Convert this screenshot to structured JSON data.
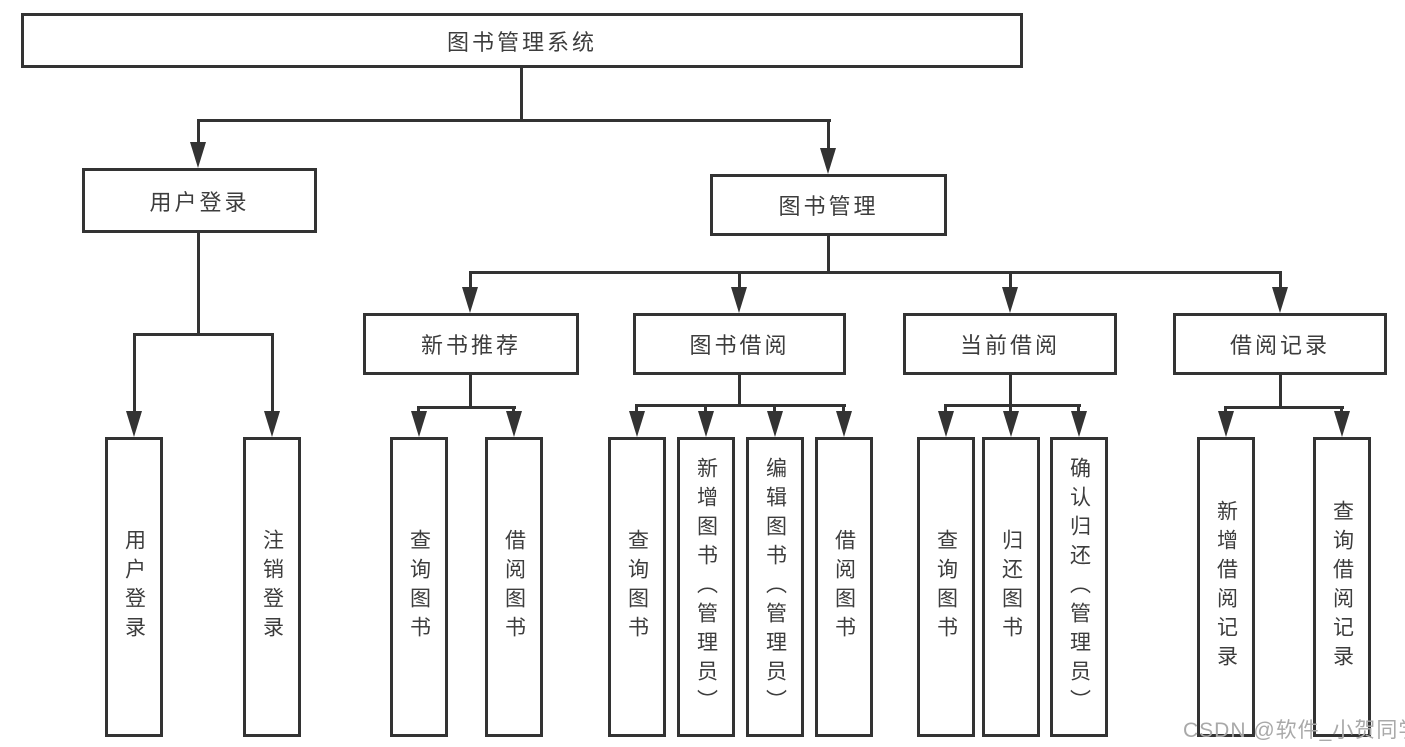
{
  "diagram": {
    "root": "图书管理系统",
    "level2": {
      "user_login": "用户登录",
      "book_mgmt": "图书管理"
    },
    "level3": {
      "new_book_rec": "新书推荐",
      "book_borrow": "图书借阅",
      "current_borrow": "当前借阅",
      "borrow_records": "借阅记录"
    },
    "leaves": {
      "login": [
        "用户登录",
        "注销登录"
      ],
      "recommend": [
        "查询图书",
        "借阅图书"
      ],
      "borrow": [
        "查询图书",
        "新增图书（管理员）",
        "编辑图书（管理员）",
        "借阅图书"
      ],
      "current": [
        "查询图书",
        "归还图书",
        "确认归还（管理员）"
      ],
      "records": [
        "新增借阅记录",
        "查询借阅记录"
      ]
    },
    "colors": {
      "line": "#333333",
      "text": "#3d3d3d",
      "watermark": "#a9a9a9",
      "background": "#ffffff"
    },
    "watermark": "CSDN @软件_小贺同学"
  }
}
